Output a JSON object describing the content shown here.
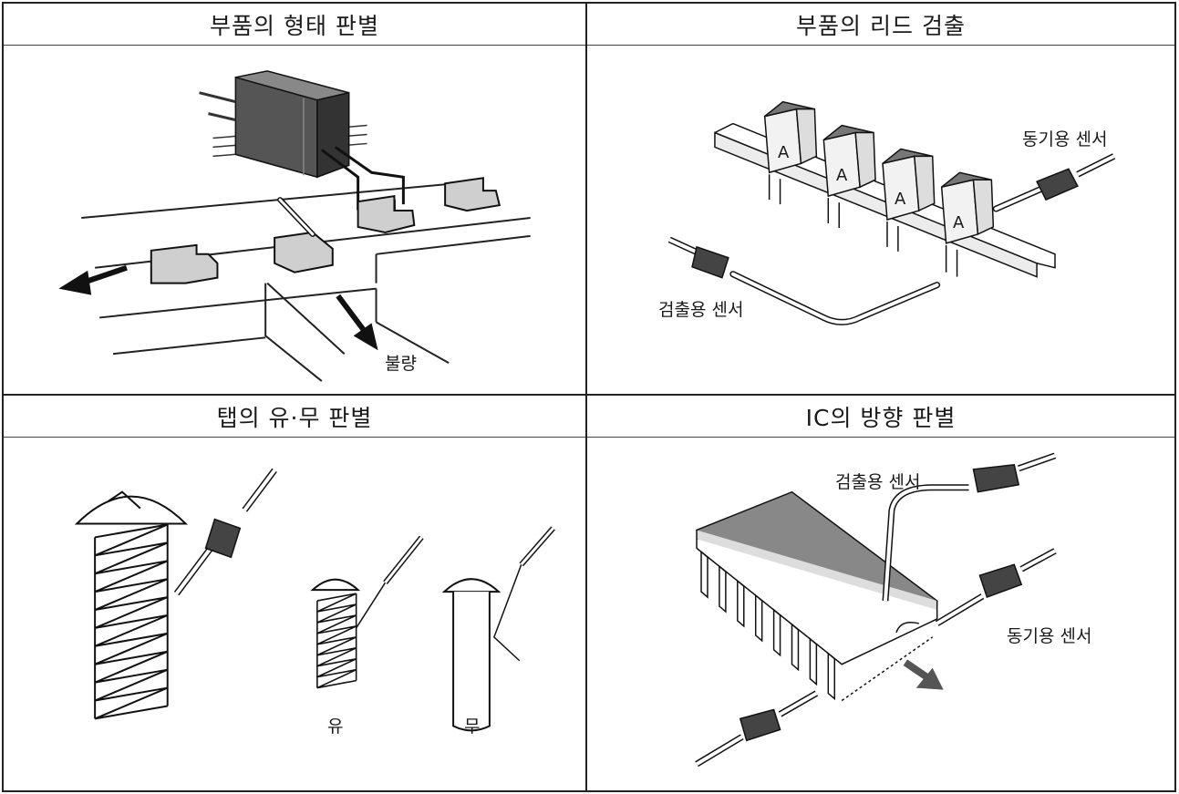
{
  "panels": [
    {
      "title": "부품의 형태 판별",
      "labels": {
        "reject": "불량"
      }
    },
    {
      "title": "부품의 리드 검출",
      "labels": {
        "sync_sensor": "동기용 센서",
        "detect_sensor": "검출용 센서",
        "chip_mark": "A"
      }
    },
    {
      "title": "탭의 유·무 판별",
      "labels": {
        "yes": "유",
        "no": "무"
      }
    },
    {
      "title": "IC의 방향 판별",
      "labels": {
        "detect_sensor": "검출용 센서",
        "sync_sensor": "동기용 센서"
      }
    }
  ]
}
